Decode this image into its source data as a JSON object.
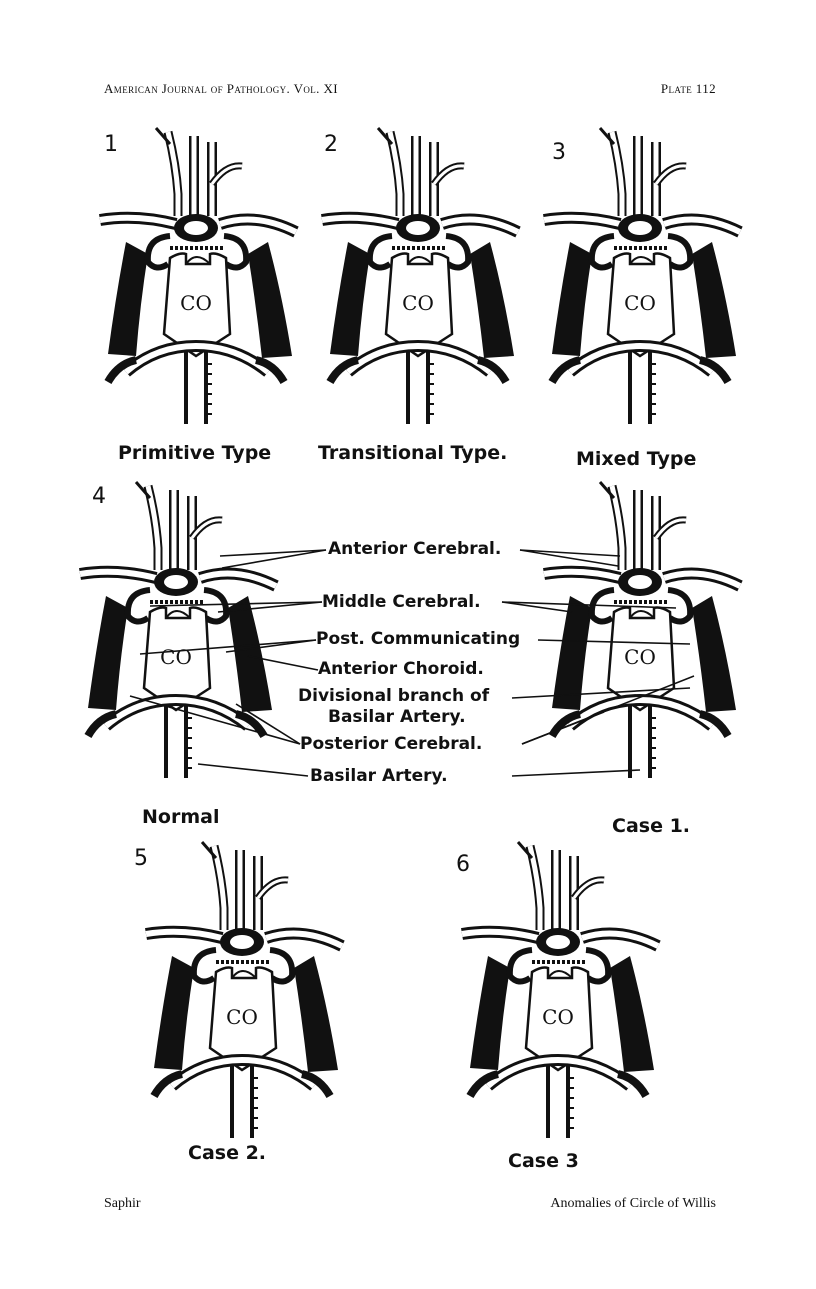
{
  "header": {
    "journal": "American Journal of Pathology. Vol. XI",
    "plate": "Plate 112"
  },
  "figures": [
    {
      "number": "1",
      "caption": "Primitive Type"
    },
    {
      "number": "2",
      "caption": "Transitional Type."
    },
    {
      "number": "3",
      "caption": "Mixed Type"
    },
    {
      "number": "4",
      "caption_left": "Normal",
      "caption_right": "Case 1."
    },
    {
      "number": "5",
      "caption": "Case 2."
    },
    {
      "number": "6",
      "caption": "Case 3"
    }
  ],
  "labels": {
    "anterior_cerebral": "Anterior Cerebral.",
    "middle_cerebral": "Middle Cerebral.",
    "post_communicating": "Post. Communicating",
    "anterior_choroid": "Anterior Choroid.",
    "divisional_1": "Divisional branch of",
    "divisional_2": "Basilar Artery.",
    "posterior_cerebral": "Posterior Cerebral.",
    "basilar_artery": "Basilar Artery."
  },
  "footer": {
    "author": "Saphir",
    "title": "Anomalies of Circle of Willis"
  }
}
